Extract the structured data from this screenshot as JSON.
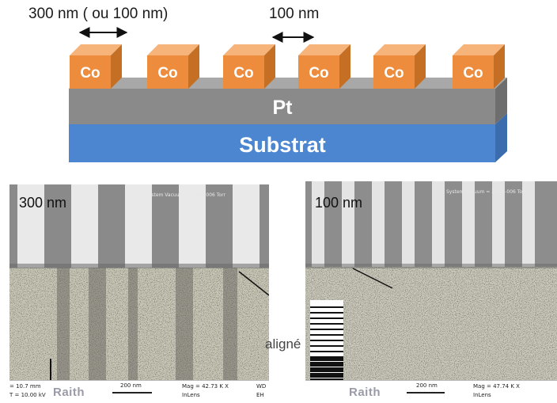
{
  "diagram": {
    "dimension_label_left": "300 nm ( ou 100 nm)",
    "dimension_label_right": "100 nm",
    "cube_label": "Co",
    "cube_count": 6,
    "middle_layer_label": "Pt",
    "bottom_layer_label": "Substrat",
    "colors": {
      "cube_front": "#ed8c3c",
      "cube_top": "#f6b47a",
      "cube_side": "#c56f25",
      "pt_front": "#8a8a8a",
      "pt_top": "#a8a8a8",
      "pt_side": "#6e6e6e",
      "substrate_front": "#4d86d0",
      "substrate_side": "#3b6cae"
    }
  },
  "micrographs": {
    "left": {
      "label": "300 nm",
      "header": "System Vacuum = 2.22e-006 Torr",
      "footer": {
        "wd": "= 10.7 mm",
        "eht": "T = 10.00 kV",
        "brand": "Raith",
        "scale": "200 nm",
        "mag": "Mag = 42.73 K X",
        "detector": "InLens",
        "edge1": "WD",
        "edge2": "EH"
      }
    },
    "right": {
      "label": "100 nm",
      "header": "System Vacuum = 2.22e-006 Torr",
      "footer": {
        "brand": "Raith",
        "scale": "200 nm",
        "mag": "Mag = 47.74 K X",
        "detector": "InLens"
      }
    },
    "overlay_text": "aligné"
  }
}
